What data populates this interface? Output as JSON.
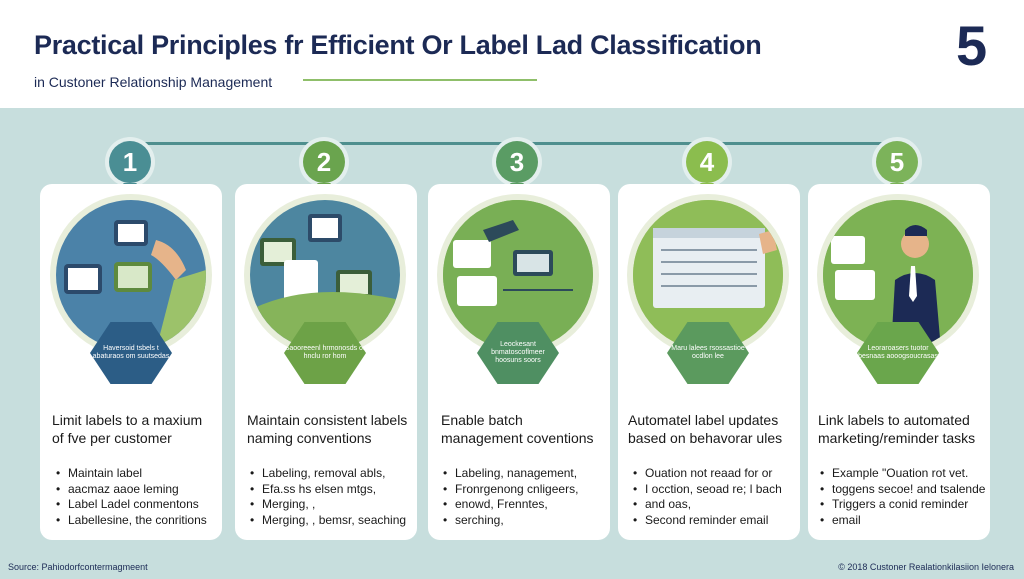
{
  "header": {
    "title": "Practical Principles fr Efficient Or Label Lad Classification",
    "subtitle": "in Custoner Relationship Management",
    "number": "5"
  },
  "colors": {
    "navy": "#1c2a55",
    "teal": "#4f8f8e",
    "green": "#7cb35a",
    "band": "#c7dedd"
  },
  "steps": [
    {
      "num": "1",
      "hex_text": "Haversoid tsbels t abaturaos om suutsedas",
      "title_line1": "Limit labels to a maxium",
      "title_line2": "of fve per customer",
      "bullets": [
        "Maintain label",
        "aacmaz  aaoe leming",
        "Label Ladel conmentons",
        "Labellesine, the conritions"
      ]
    },
    {
      "num": "2",
      "hex_text": "Saooreeenl hrmonosds or hnclu ror hom",
      "title_line1": "Maintain consistent labels",
      "title_line2": "naming conventions",
      "bullets": [
        "Labeling, removal abls,",
        "Efa.ss hs elsen mtgs,",
        "Merging, ,",
        "Merging, , bemsr, seaching"
      ]
    },
    {
      "num": "3",
      "hex_text": "Leockesant bnmatoscoflmeer hoosuns soors",
      "title_line1": "Enable batch",
      "title_line2": "management coventions",
      "bullets": [
        "Labeling, nanagement,",
        "Fronrgenong cnligeers,",
        "enowd, Frenntes,",
        "serching,"
      ]
    },
    {
      "num": "4",
      "hex_text": "Maru lalees rsossastioe ocdlon lee",
      "title_line1": "Automatel label updates",
      "title_line2": "based on behavorar ules",
      "bullets": [
        "Ouation not reaad for or",
        "I ocction, seoad re; l bach",
        "and oas,",
        "Second reminder email"
      ]
    },
    {
      "num": "5",
      "hex_text": "Leoraroasers tuotor besnaas aooogsoucrasas",
      "title_line1": "Link labels to automated",
      "title_line2": "marketing/reminder tasks",
      "bullets": [
        "Example \"Ouation rot vet.",
        "toggens secoe! and tsalende",
        "Triggers a conid reminder",
        "email"
      ]
    }
  ],
  "footer": {
    "source": "Source: Pahiodorfcontermagmeent",
    "copyright": "© 2018 Custoner Realationkilasiion Ielonera"
  }
}
